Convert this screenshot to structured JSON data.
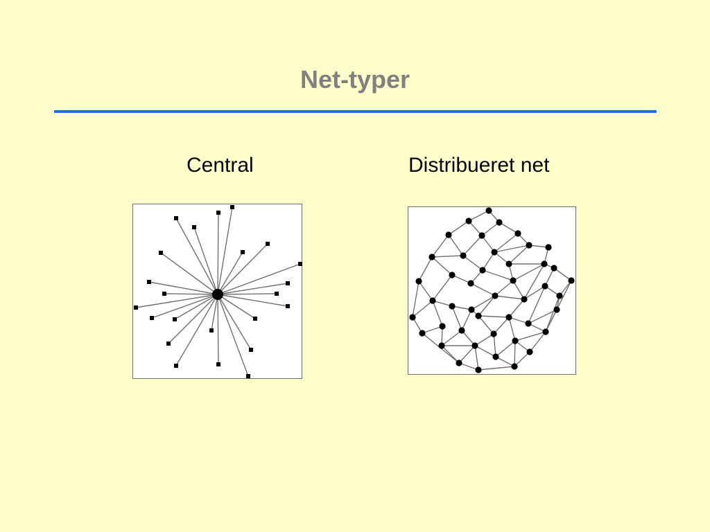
{
  "slide": {
    "title": "Net-typer"
  },
  "diagrams": {
    "central": {
      "caption": "Central"
    },
    "distributed": {
      "caption": "Distribueret net"
    }
  },
  "colors": {
    "background": "#ffffcc",
    "title": "#808080",
    "rule": "#1f6fe0",
    "node": "#000000",
    "edge": "#707070"
  }
}
